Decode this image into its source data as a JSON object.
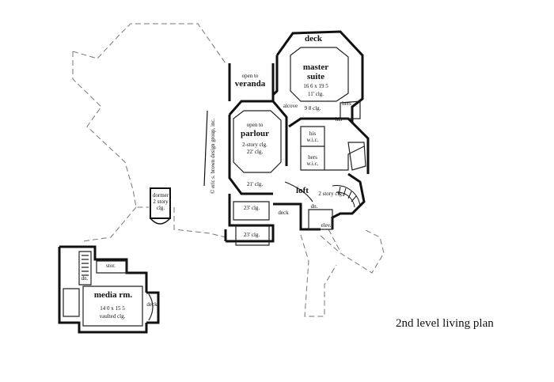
{
  "caption": "2nd level living plan",
  "copyright": "© eric s. brown design group, inc.",
  "rooms": {
    "deck_top": "deck",
    "master_name_1": "master",
    "master_name_2": "suite",
    "master_size": "16 6 x 19 5",
    "master_ceiling": "11' clg.",
    "veranda_1": "open to",
    "veranda_2": "veranda",
    "alcove": "alcove",
    "alcove_clg": "9 8 clg.",
    "his": "his",
    "hers": "hers",
    "his_wic_1": "his",
    "his_wic_2": "w.i.c.",
    "hers_wic_1": "hers",
    "hers_wic_2": "w.i.c.",
    "parlour_1": "open to",
    "parlour_2": "parlour",
    "parlour_clg_1": "2-story clg.",
    "parlour_clg_2": "22' clg.",
    "clg_21": "21' clg.",
    "clg_23a": "23' clg.",
    "clg_23b": "23' clg.",
    "deck_mid": "deck",
    "loft": "loft",
    "story_clg": "2 story clg.",
    "dn_loft": "dn.",
    "elev": "elev.",
    "dormer_1": "dormer",
    "dormer_2": "2 story",
    "dormer_3": "clg.",
    "stor": "stor.",
    "dn_media": "dn.",
    "media_name": "media rm.",
    "media_size": "14 0 x 15 5",
    "media_clg": "vaulted clg.",
    "deck_media": "deck"
  }
}
